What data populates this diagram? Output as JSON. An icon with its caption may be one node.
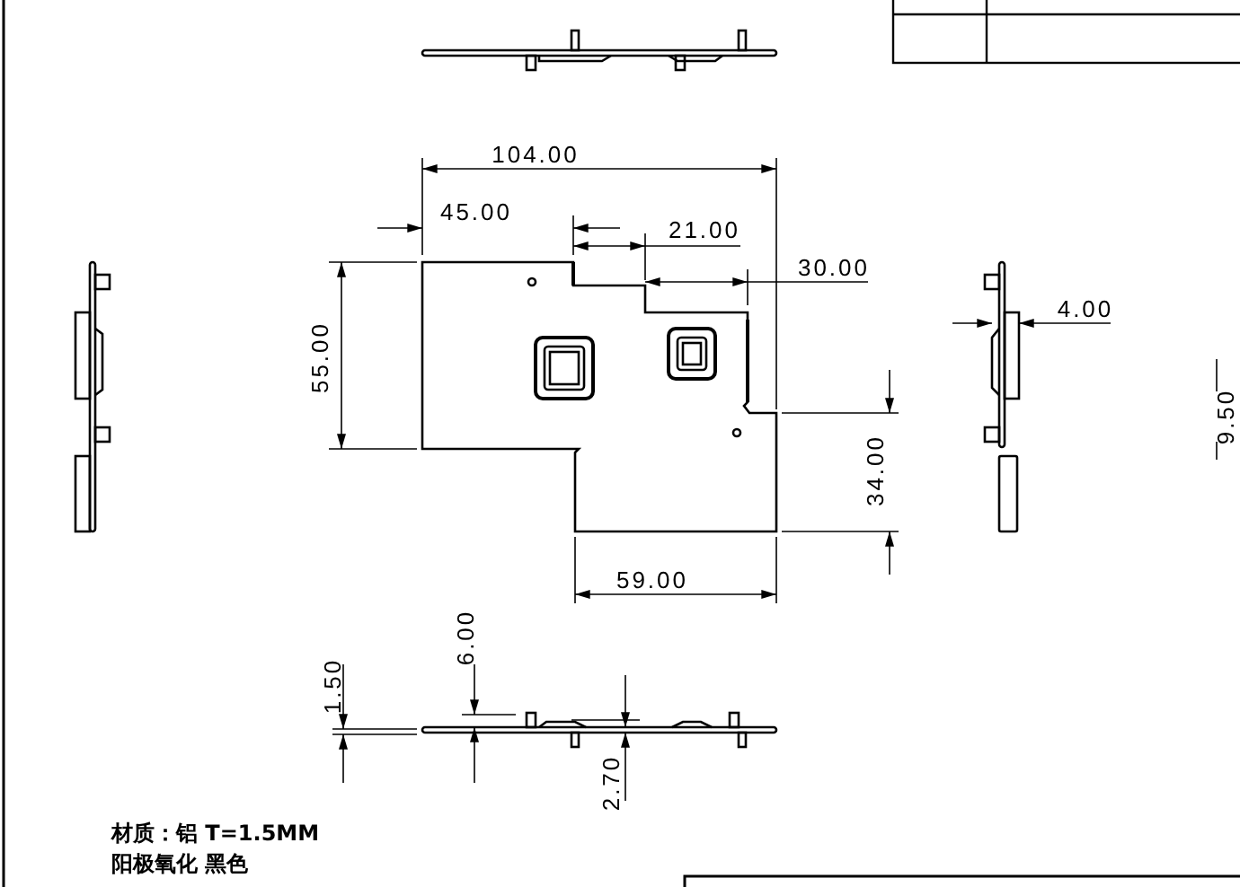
{
  "diagram": {
    "labels": [
      "104.00",
      "45.00",
      "21.00",
      "30.00",
      "55.00",
      "34.00",
      "59.00",
      "4.00",
      "9.50",
      "1.50",
      "6.00",
      "2.70",
      "材质：铝 T=1.5MM",
      "阳极氧化 黑色"
    ]
  }
}
